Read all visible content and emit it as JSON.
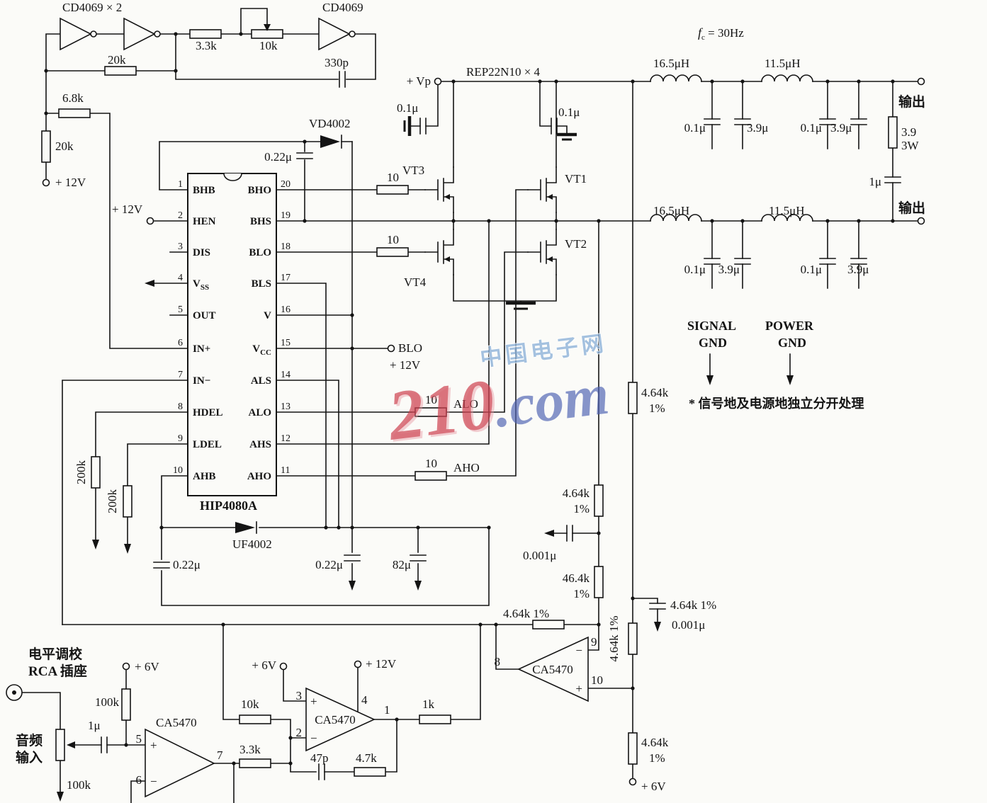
{
  "watermark": {
    "num": "210",
    "com": ".com",
    "site": "中国电子网"
  },
  "oscillator": {
    "dual_gate_label": "CD4069 × 2",
    "gate_label": "CD4069",
    "r_series": "3.3k",
    "pot": "10k",
    "c_fb": "330p",
    "r_fb": "20k",
    "r_in": "6.8k",
    "r_bias": "20k",
    "v12": "+ 12V"
  },
  "ic": {
    "name": "HIP4080A",
    "hen_v12": "+ 12V",
    "pins_left": [
      {
        "num": "1",
        "name": "BHB",
        "sub": ""
      },
      {
        "num": "2",
        "name": "HEN",
        "sub": ""
      },
      {
        "num": "3",
        "name": "DIS",
        "sub": ""
      },
      {
        "num": "4",
        "name": "V",
        "sub": "SS"
      },
      {
        "num": "5",
        "name": "OUT",
        "sub": ""
      },
      {
        "num": "6",
        "name": "IN+",
        "sub": ""
      },
      {
        "num": "7",
        "name": "IN−",
        "sub": ""
      },
      {
        "num": "8",
        "name": "HDEL",
        "sub": ""
      },
      {
        "num": "9",
        "name": "LDEL",
        "sub": ""
      },
      {
        "num": "10",
        "name": "AHB",
        "sub": ""
      }
    ],
    "pins_right": [
      {
        "num": "20",
        "name": "BHO",
        "sub": ""
      },
      {
        "num": "19",
        "name": "BHS",
        "sub": ""
      },
      {
        "num": "18",
        "name": "BLO",
        "sub": ""
      },
      {
        "num": "17",
        "name": "BLS",
        "sub": ""
      },
      {
        "num": "16",
        "name": "V",
        "sub": ""
      },
      {
        "num": "15",
        "name": "V",
        "sub": "CC"
      },
      {
        "num": "14",
        "name": "ALS",
        "sub": ""
      },
      {
        "num": "13",
        "name": "ALO",
        "sub": ""
      },
      {
        "num": "12",
        "name": "AHS",
        "sub": ""
      },
      {
        "num": "11",
        "name": "AHO",
        "sub": ""
      }
    ]
  },
  "supply": {
    "vd": "VD4002",
    "c_boot": "0.22μ",
    "uf": "UF4002",
    "c_ahb": "0.22μ",
    "c_dec1": "0.22μ",
    "c_dec2": "82μ",
    "r_hdel": "200k",
    "r_ldel": "200k",
    "blo_net": "BLO",
    "blo_v12": "+ 12V"
  },
  "bridge": {
    "vp": "+ Vp",
    "part": "REP22N10 × 4",
    "c_dec1": "0.1μ",
    "c_dec2": "0.1μ",
    "vt1": "VT1",
    "vt2": "VT2",
    "vt3": "VT3",
    "vt4": "VT4",
    "rg_bho": "10",
    "rg_blo": "10",
    "rg_alo": "10",
    "rg_aho": "10",
    "alo": "ALO",
    "aho": "AHO"
  },
  "filter": {
    "fc_f": "f",
    "fc_sub": "c",
    "fc_eq": " = 30Hz",
    "l1": "16.5μH",
    "l2": "11.5μH",
    "l3": "16.5μH",
    "l4": "11.5μH",
    "c": [
      "0.1μ",
      "3.9μ",
      "0.1μ",
      "3.9μ",
      "0.1μ",
      "3.9μ",
      "0.1μ",
      "3.9μ"
    ],
    "r_zobel": "3.9",
    "r_zobel_w": "3W",
    "c_zobel": "1μ",
    "out_top": "输出",
    "out_bottom": "输出"
  },
  "gnd": {
    "sig1": "SIGNAL",
    "sig2": "GND",
    "pwr1": "POWER",
    "pwr2": "GND",
    "note": "* 信号地及电源地独立分开处理"
  },
  "feedback": {
    "r_top": "4.64k",
    "r_top_pct": "1%",
    "r_a": "4.64k",
    "r_a_pct": "1%",
    "c_a": "0.001μ",
    "r_b": "46.4k",
    "r_b_pct": "1%",
    "r_sum": "4.64k 1%",
    "r_mid": "4.64k 1%",
    "r_c": "4.64k 1%",
    "c_c": "0.001μ",
    "r_bias": "4.64k",
    "r_bias_pct": "1%",
    "v6": "+ 6V",
    "op": "CA5470",
    "p8": "8",
    "p9": "9",
    "p10": "10",
    "minus": "−",
    "plus": "+"
  },
  "input": {
    "jack1": "电平调校",
    "jack2": "RCA 插座",
    "audio1": "音频",
    "audio2": "输入",
    "r_bias": "100k",
    "v6": "+ 6V",
    "c_in": "1μ",
    "pot": "100k",
    "op1": "CA5470",
    "p5": "5",
    "p6": "6",
    "p7": "7",
    "op1_plus": "+",
    "op1_minus": "−",
    "r_int": "10k",
    "r_in": "3.3k",
    "op2": "CA5470",
    "p1": "1",
    "p2": "2",
    "p3": "3",
    "p4": "4",
    "op2_plus": "+",
    "op2_minus": "−",
    "v6b": "+ 6V",
    "v12": "+ 12V",
    "c_f": "47p",
    "r_f": "4.7k",
    "r_out": "1k"
  }
}
